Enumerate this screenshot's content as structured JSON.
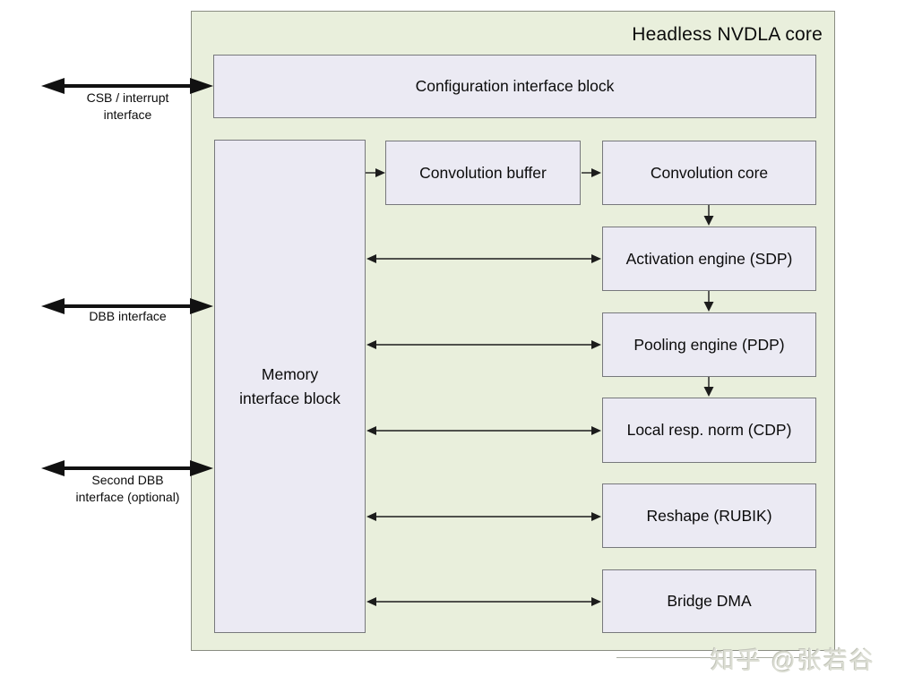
{
  "diagram": {
    "title": "Headless NVDLA core",
    "blocks": {
      "config": "Configuration interface block",
      "memory": "Memory\ninterface block",
      "conv_buffer": "Convolution buffer",
      "conv_core": "Convolution core",
      "activation": "Activation engine (SDP)",
      "pooling": "Pooling engine (PDP)",
      "local_norm": "Local resp. norm (CDP)",
      "reshape": "Reshape (RUBIK)",
      "bridge_dma": "Bridge DMA"
    },
    "external_interfaces": [
      {
        "label": "CSB / interrupt\ninterface",
        "connects_to": "Configuration interface block",
        "direction": "bidirectional"
      },
      {
        "label": "DBB interface",
        "connects_to": "Memory interface block",
        "direction": "bidirectional"
      },
      {
        "label": "Second DBB\ninterface (optional)",
        "connects_to": "Memory interface block",
        "direction": "bidirectional"
      }
    ],
    "connections": [
      {
        "from": "Memory interface block",
        "to": "Convolution buffer",
        "type": "one-way"
      },
      {
        "from": "Convolution buffer",
        "to": "Convolution core",
        "type": "one-way"
      },
      {
        "from": "Convolution core",
        "to": "Activation engine (SDP)",
        "type": "one-way"
      },
      {
        "from": "Activation engine (SDP)",
        "to": "Pooling engine (PDP)",
        "type": "one-way"
      },
      {
        "from": "Pooling engine (PDP)",
        "to": "Local resp. norm (CDP)",
        "type": "one-way"
      },
      {
        "from": "Memory interface block",
        "to": "Activation engine (SDP)",
        "type": "bidirectional"
      },
      {
        "from": "Memory interface block",
        "to": "Pooling engine (PDP)",
        "type": "bidirectional"
      },
      {
        "from": "Memory interface block",
        "to": "Local resp. norm (CDP)",
        "type": "bidirectional"
      },
      {
        "from": "Memory interface block",
        "to": "Reshape (RUBIK)",
        "type": "bidirectional"
      },
      {
        "from": "Memory interface block",
        "to": "Bridge DMA",
        "type": "bidirectional"
      }
    ]
  },
  "colors": {
    "core_background": "#e9efdc",
    "core_border": "#8a8d82",
    "block_background": "#ebeaf3",
    "block_border": "#77787c",
    "arrow": "#111111",
    "watermark": "#dcded4"
  },
  "watermark": {
    "text": "知乎 @张若谷"
  }
}
